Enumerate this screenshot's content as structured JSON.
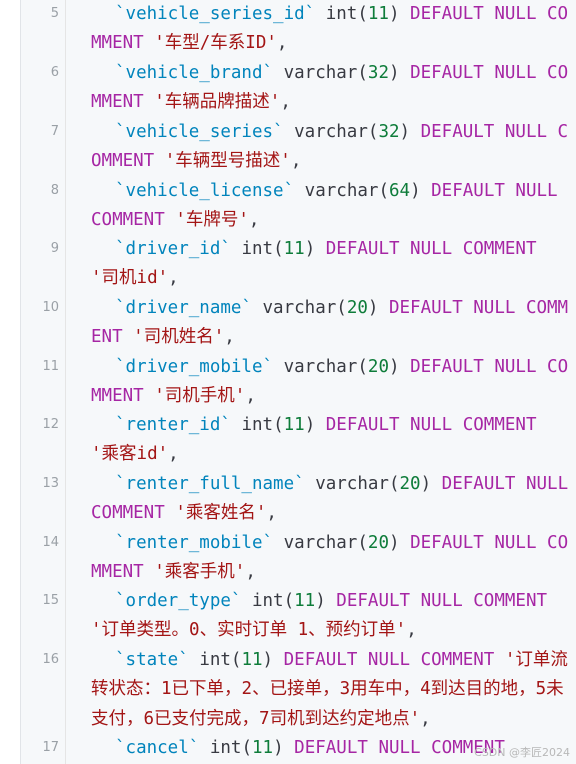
{
  "line_numbers": [
    "5",
    "6",
    "7",
    "8",
    "9",
    "10",
    "11",
    "12",
    "13",
    "14",
    "15",
    "16",
    "17"
  ],
  "lines": [
    {
      "ident": "`vehicle_series_id`",
      "type": "int",
      "size": "11",
      "rest": "DEFAULT NULL COMMENT",
      "comment": "'车型/车系ID'"
    },
    {
      "ident": "`vehicle_brand`",
      "type": "varchar",
      "size": "32",
      "rest": "DEFAULT NULL COMMENT",
      "comment": "'车辆品牌描述'"
    },
    {
      "ident": "`vehicle_series`",
      "type": "varchar",
      "size": "32",
      "rest": "DEFAULT NULL COMMENT",
      "comment": "'车辆型号描述'"
    },
    {
      "ident": "`vehicle_license`",
      "type": "varchar",
      "size": "64",
      "rest": "DEFAULT NULL COMMENT",
      "comment": "'车牌号'"
    },
    {
      "ident": "`driver_id`",
      "type": "int",
      "size": "11",
      "rest": "DEFAULT NULL COMMENT",
      "comment": "'司机id'"
    },
    {
      "ident": "`driver_name`",
      "type": "varchar",
      "size": "20",
      "rest": "DEFAULT NULL COMMENT",
      "comment": "'司机姓名'"
    },
    {
      "ident": "`driver_mobile`",
      "type": "varchar",
      "size": "20",
      "rest": "DEFAULT NULL COMMENT",
      "comment": "'司机手机'"
    },
    {
      "ident": "`renter_id`",
      "type": "int",
      "size": "11",
      "rest": "DEFAULT NULL COMMENT",
      "comment": "'乘客id'"
    },
    {
      "ident": "`renter_full_name`",
      "type": "varchar",
      "size": "20",
      "rest": "DEFAULT NULL COMMENT",
      "comment": "'乘客姓名'"
    },
    {
      "ident": "`renter_mobile`",
      "type": "varchar",
      "size": "20",
      "rest": "DEFAULT NULL COMMENT",
      "comment": "'乘客手机'"
    },
    {
      "ident": "`order_type`",
      "type": "int",
      "size": "11",
      "rest": "DEFAULT NULL COMMENT",
      "comment": "'订单类型。0、实时订单 1、预约订单'"
    },
    {
      "ident": "`state`",
      "type": "int",
      "size": "11",
      "rest": "DEFAULT NULL COMMENT",
      "comment": "'订单流转状态：1已下单，2、已接单，3用车中，4到达目的地，5未支付，6已支付完成，7司机到达约定地点'"
    },
    {
      "ident": "`cancel`",
      "type": "int",
      "size": "11",
      "rest": "DEFAULT NULL COMMENT",
      "comment": ""
    }
  ],
  "watermark": "CSDN @李匠2024"
}
